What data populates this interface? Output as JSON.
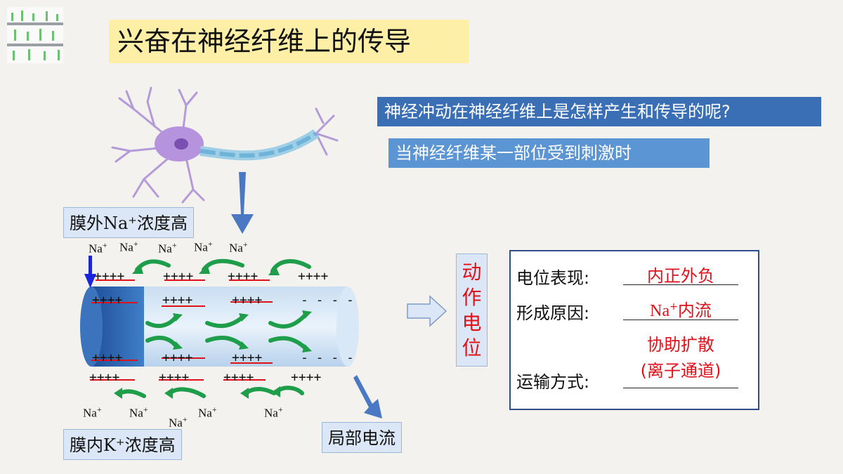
{
  "slide": {
    "title": "兴奋在神经纤维上的传导",
    "question": "神经冲动在神经纤维上是怎样产生和传导的呢?",
    "condition": "当神经纤维某一部位受到刺激时",
    "outer_label": "膜外Na⁺浓度高",
    "inner_label": "膜内K⁺浓度高",
    "current_label": "局部电流",
    "action_potential": [
      "动",
      "作",
      "电",
      "位"
    ]
  },
  "membrane": {
    "top_outer": [
      "++++",
      "++++",
      "++++",
      "++++"
    ],
    "top_inner": [
      "++++",
      "++++",
      "++++",
      "- - - -"
    ],
    "bottom_inner": [
      "++++",
      "++++",
      "++++",
      "- - - -"
    ],
    "bottom_outer": [
      "++++",
      "++++",
      "++++",
      "++++"
    ]
  },
  "ions": {
    "na": "Na",
    "plus": "+"
  },
  "answers": {
    "row1_label": "电位表现:",
    "row1_value": "内正外负",
    "row2_label": "形成原因:",
    "row2_value_a": "Na",
    "row2_value_sup": "+",
    "row2_value_b": "内流",
    "row3_label": "运输方式:",
    "row3_value_1": "协助扩散",
    "row3_value_2": "(离子通道)"
  },
  "colors": {
    "title_bg": "#fdf0a6",
    "question_bg": "#3a6fb6",
    "condition_bg": "#5b95d4",
    "accent_red": "#e1111a",
    "arrow_green": "#1e9e4a"
  }
}
